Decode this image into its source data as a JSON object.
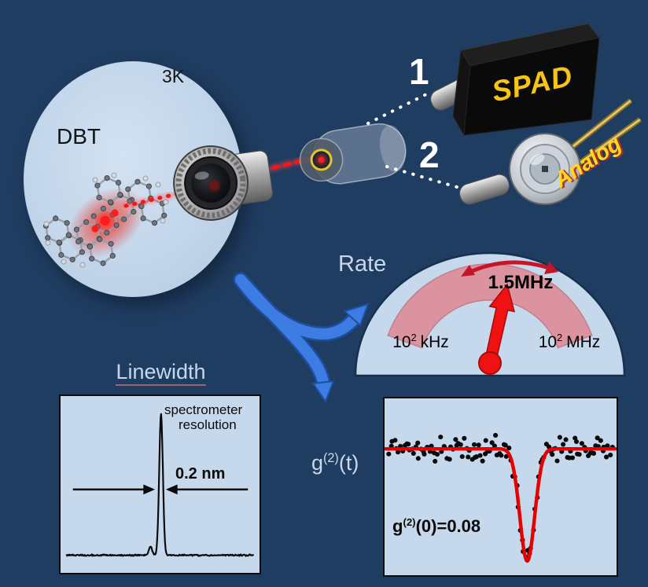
{
  "figure": {
    "background": "#1f3c61",
    "panel_color": "#c6d8ec",
    "label_color": "#c9d7ec",
    "accent_blue": "#3d7ce2",
    "needle_red": "#ee1212",
    "gauge_band_pink": "#db93a0",
    "spad_yellow": "#f6c417"
  },
  "cryostat": {
    "temperature": "3K",
    "molecule_label": "DBT"
  },
  "beam_paths": {
    "path1_label": "1",
    "path2_label": "2"
  },
  "detectors": {
    "spad_label": "SPAD",
    "analog_label": "Analog"
  },
  "gauge": {
    "title": "Rate",
    "value_label": "1.5MHz",
    "min_base": "10",
    "min_exp": "2",
    "min_unit": "kHz",
    "max_base": "10",
    "max_exp": "2",
    "max_unit": "MHz"
  },
  "chart_data": [
    {
      "id": "linewidth-spectrum",
      "type": "line",
      "title": "Linewidth",
      "annotations": {
        "resolution_line1": "spectrometer",
        "resolution_line2": "resolution",
        "width_label": "0.2 nm"
      },
      "peak_width_value_nm": 0.2,
      "x_start_frac": 0.03,
      "x_end_frac": 0.97,
      "baseline_frac": 0.9,
      "peak": {
        "center_frac": 0.505,
        "height_frac": 0.8,
        "width_frac": 0.013
      },
      "side_bump": {
        "center_frac": 0.452,
        "height_frac": 0.05,
        "width_frac": 0.011
      },
      "noise_frac": 0.005,
      "line_color": "#0a0a0a",
      "grid": false,
      "axes_visible": false
    },
    {
      "id": "g2-correlation",
      "type": "scatter",
      "labels": {
        "axis_prefix": "g",
        "axis_sup": "(2)",
        "axis_suffix": "(t)",
        "value_prefix": "g",
        "value_sup": "(2)",
        "value_suffix": "(0)=0.08"
      },
      "g2_zero": 0.08,
      "baseline_frac": 0.285,
      "dip": {
        "center_frac": 0.615,
        "width_frac": 0.045,
        "min_frac": 0.92
      },
      "noise_frac": 0.085,
      "n_points": 120,
      "dot_color": "#0a0a0a",
      "curve_color": "#e60000",
      "grid": false,
      "axes_visible": false
    }
  ]
}
